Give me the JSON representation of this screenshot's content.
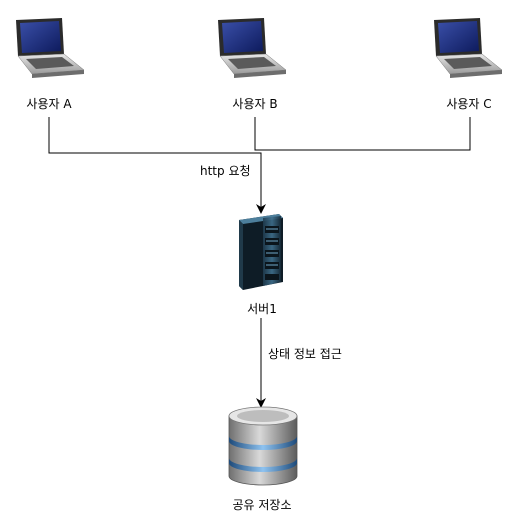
{
  "users": [
    {
      "label": "사용자 A",
      "icon": "laptop-icon"
    },
    {
      "label": "사용자 B",
      "icon": "laptop-icon"
    },
    {
      "label": "사용자 C",
      "icon": "laptop-icon"
    }
  ],
  "server": {
    "label": "서버1",
    "icon": "server-rack-icon"
  },
  "storage": {
    "label": "공유 저장소",
    "icon": "database-icon"
  },
  "edges": {
    "users_to_server": "http 요청",
    "server_to_storage": "상태 정보 접근"
  }
}
